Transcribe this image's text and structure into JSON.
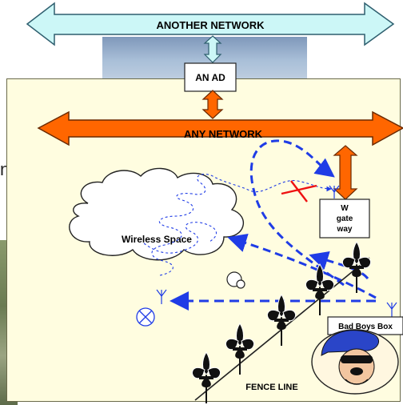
{
  "networks": {
    "another_network": "ANOTHER NETWORK",
    "any_network": "ANY NETWORK"
  },
  "nodes": {
    "an_ad": "AN AD",
    "gateway_line1": "W",
    "gateway_line2": "gate",
    "gateway_line3": "way",
    "bad_boys_box": "Bad Boys Box"
  },
  "labels": {
    "wireless_space": "Wireless Space",
    "fence_line": "FENCE LINE",
    "stray_letter": "n"
  },
  "colors": {
    "another_network_arrow": "#ccf7f7",
    "any_network_arrow": "#ff6600",
    "attack_path": "#1f3ce6",
    "blocked_mark": "#ee1111",
    "panel_background": "#fffde0"
  }
}
